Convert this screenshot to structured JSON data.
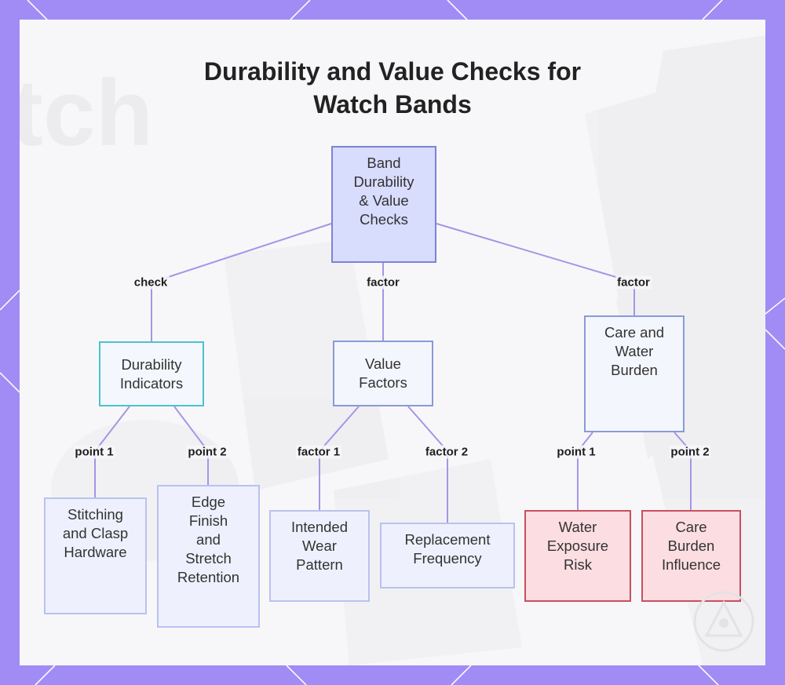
{
  "title_lines": [
    "Durability and Value Checks for",
    "Watch Bands"
  ],
  "nodes": {
    "root": [
      "Band",
      "Durability",
      "& Value",
      "Checks"
    ],
    "durability": [
      "Durability",
      "Indicators"
    ],
    "value": [
      "Value",
      "Factors"
    ],
    "care": [
      "Care and",
      "Water",
      "Burden"
    ],
    "stitching": [
      "Stitching",
      "and Clasp",
      "Hardware"
    ],
    "edge": [
      "Edge",
      "Finish",
      "and",
      "Stretch",
      "Retention"
    ],
    "intended": [
      "Intended",
      "Wear",
      "Pattern"
    ],
    "replacement": [
      "Replacement",
      "Frequency"
    ],
    "water": [
      "Water",
      "Exposure",
      "Risk"
    ],
    "careburden": [
      "Care",
      "Burden",
      "Influence"
    ]
  },
  "edge_labels": {
    "check": "check",
    "factor_value": "factor",
    "factor_care": "factor",
    "point1_dur": "point 1",
    "point2_dur": "point 2",
    "factor1": "factor 1",
    "factor2": "factor 2",
    "point1_care": "point 1",
    "point2_care": "point 2"
  },
  "colors": {
    "background": "#a08cf4",
    "edge": "#a794e6",
    "root_fill": "#d8dcfd",
    "teal_border": "#4bc3cc",
    "red_fill": "#fbdde2",
    "red_border": "#c8505e"
  }
}
